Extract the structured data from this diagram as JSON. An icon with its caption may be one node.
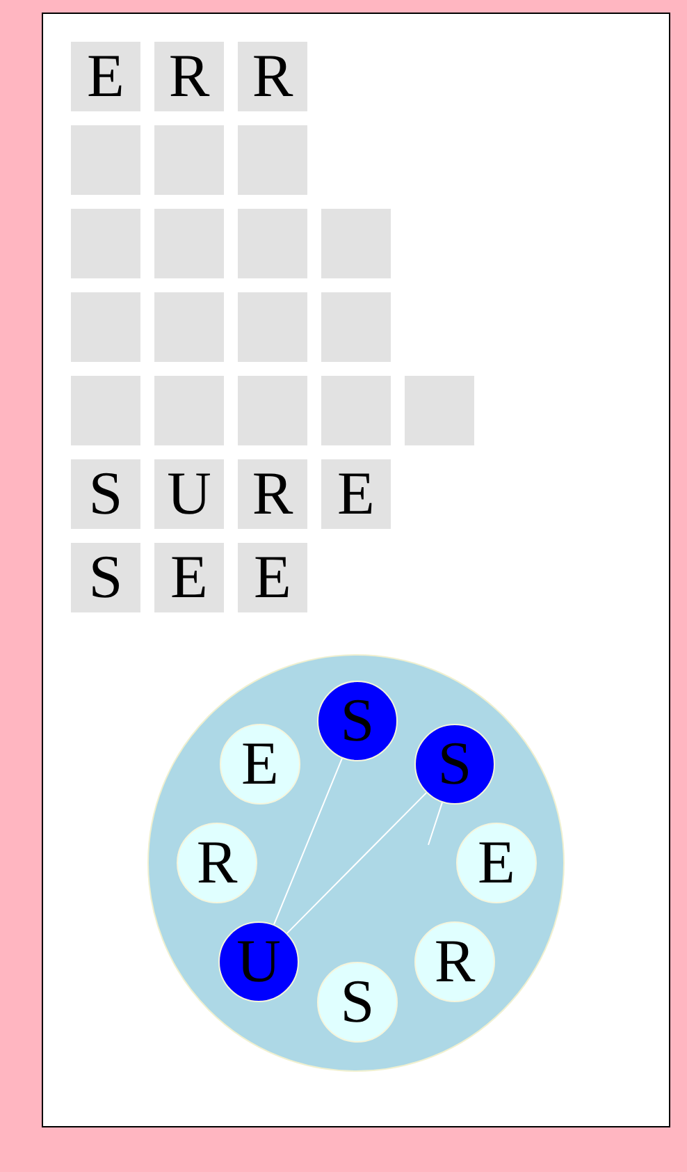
{
  "diagram": {
    "nodes": [
      {
        "text": [
          "E"
        ]
      },
      {
        "text": [
          "R"
        ]
      },
      {
        "text": [
          "R"
        ]
      },
      {
        "text": [],
        "shape": "box"
      },
      {
        "text": [],
        "shape": "box"
      },
      {
        "text": [],
        "shape": "box"
      },
      {
        "text": [],
        "shape": "box"
      },
      {
        "text": [],
        "shape": "box"
      },
      {
        "text": [],
        "shape": "box"
      },
      {
        "text": [],
        "shape": "box"
      },
      {
        "text": [],
        "shape": "box"
      },
      {
        "text": [],
        "shape": "box"
      },
      {
        "text": [],
        "shape": "box"
      },
      {
        "text": [],
        "shape": "box"
      },
      {
        "text": [],
        "shape": "box"
      },
      {
        "text": [],
        "shape": "box"
      },
      {
        "text": [],
        "shape": "box"
      },
      {
        "text": [],
        "shape": "box"
      },
      {
        "text": [],
        "shape": "box"
      },
      {
        "text": [
          "S"
        ]
      },
      {
        "text": [
          "U"
        ]
      },
      {
        "text": [
          "R"
        ]
      },
      {
        "text": [
          "E"
        ]
      },
      {
        "text": [
          "S"
        ]
      },
      {
        "text": [
          "E"
        ]
      },
      {
        "text": [
          "E"
        ]
      },
      {
        "text": [],
        "shape": "circle"
      },
      {
        "text": [
          "S"
        ],
        "in": 26
      },
      {
        "text": [
          "E"
        ],
        "in": 26
      },
      {
        "text": [
          "S"
        ],
        "in": 26
      },
      {
        "text": [
          "R"
        ],
        "in": 26
      },
      {
        "text": [
          "E"
        ],
        "in": 26
      },
      {
        "text": [
          "U"
        ],
        "in": 26
      },
      {
        "text": [
          "R"
        ],
        "in": 26
      },
      {
        "text": [
          "S"
        ],
        "in": 26
      }
    ],
    "edges": [
      {
        "from": 27,
        "to": 32,
        "arrow": "none"
      },
      {
        "from": 32,
        "to": 29,
        "arrow": "none"
      },
      {
        "from": 29,
        "to": null,
        "arrow": "none"
      }
    ]
  }
}
